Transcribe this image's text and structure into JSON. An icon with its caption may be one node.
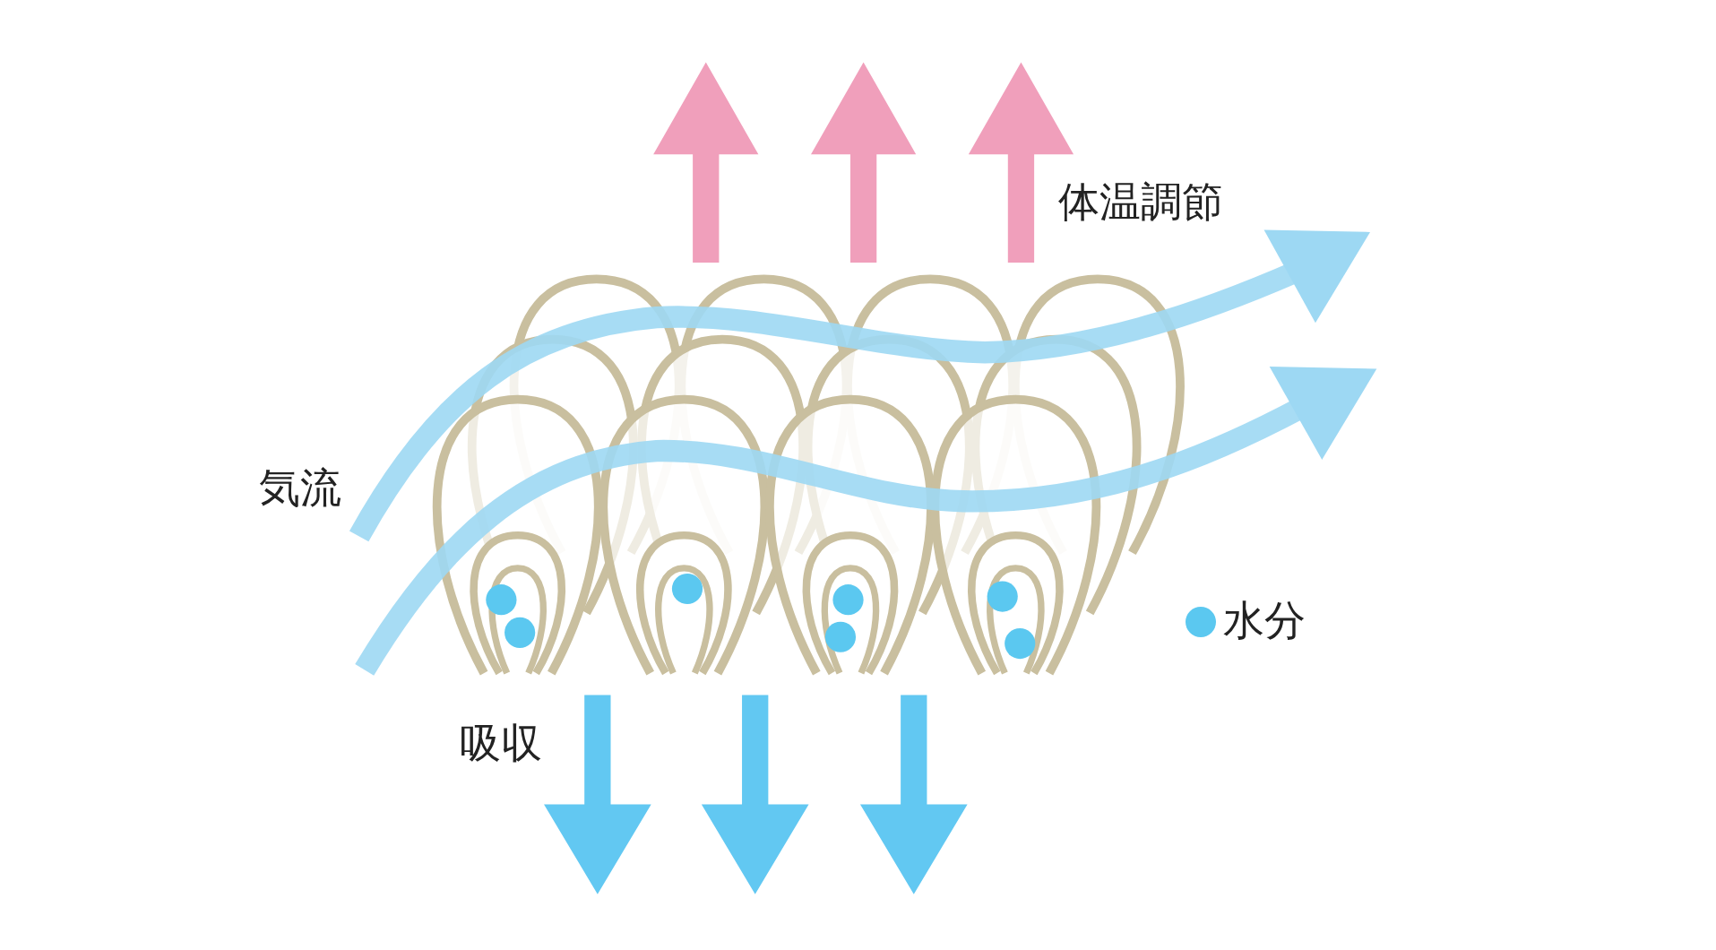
{
  "diagram": {
    "labels": [
      "体温調節",
      "気流",
      "吸収"
    ],
    "legend": [
      {
        "text": "水分",
        "color": "#5bc8f0"
      }
    ]
  }
}
